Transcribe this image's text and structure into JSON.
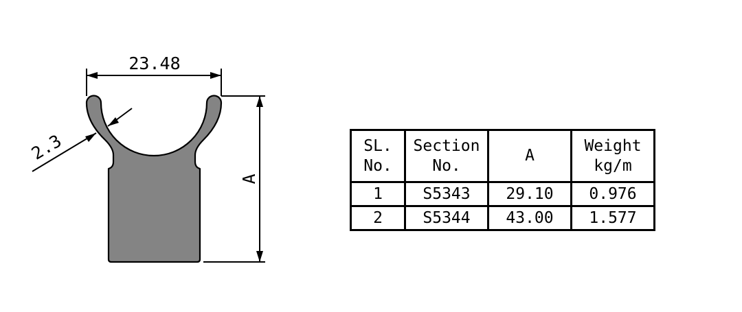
{
  "drawing": {
    "dimensions": {
      "width": "23.48",
      "thickness": "2.3",
      "height": "A"
    },
    "colors": {
      "profile_fill": "#848484",
      "line": "#000000"
    }
  },
  "table": {
    "headers": [
      [
        "SL.",
        "No."
      ],
      [
        "Section",
        "No."
      ],
      [
        "A"
      ],
      [
        "Weight",
        "kg/m"
      ]
    ],
    "rows": [
      [
        "1",
        "S5343",
        "29.10",
        "0.976"
      ],
      [
        "2",
        "S5344",
        "43.00",
        "1.577"
      ]
    ]
  }
}
